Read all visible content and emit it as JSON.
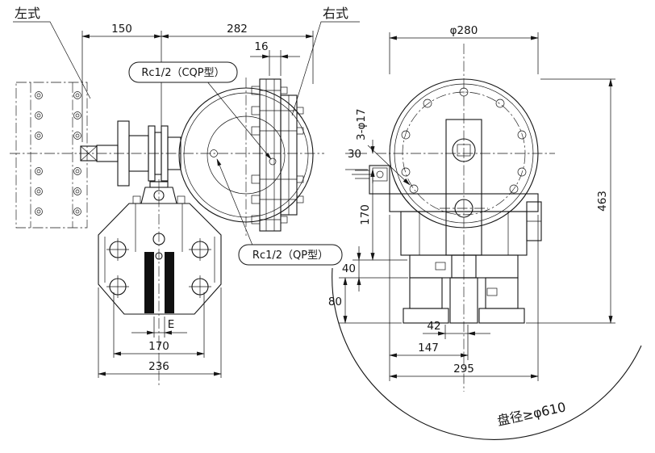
{
  "drawing_labels": {
    "left_type": "左式",
    "right_type": "右式",
    "port_cqp": "Rc1/2（CQP型）",
    "port_qp": "Rc1/2（QP型）",
    "disc_note": "盘径≥φ610"
  },
  "dims_left": {
    "d150": "150",
    "d282": "282",
    "d16": "16",
    "dE": "E",
    "d170": "170",
    "d236": "236"
  },
  "dims_right": {
    "dia280": "φ280",
    "holes": "3-φ17",
    "v30": "30",
    "v170": "170",
    "v40": "40",
    "v80": "80",
    "v463": "463",
    "b42": "42",
    "b147": "147",
    "b295": "295"
  },
  "colors": {
    "line": "#151515",
    "background": "#ffffff"
  }
}
